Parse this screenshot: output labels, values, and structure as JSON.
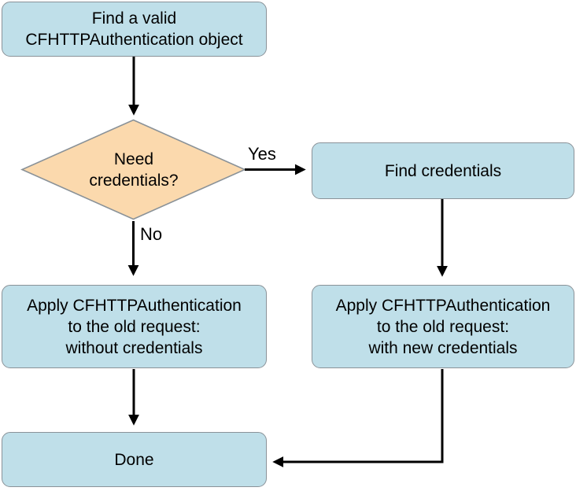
{
  "colors": {
    "box_fill": "#bfdfe9",
    "box_border": "#8a9298",
    "diamond_fill": "#fbd9ad",
    "diamond_border": "#8a9298",
    "arrow": "#000000",
    "text": "#000000",
    "background": "#ffffff"
  },
  "nodes": {
    "start": {
      "label": "Find a valid\nCFHTTPAuthentication object"
    },
    "decision": {
      "label": "Need\ncredentials?"
    },
    "find_credentials": {
      "label": "Find credentials"
    },
    "apply_without": {
      "label": "Apply CFHTTPAuthentication\nto the old request:\nwithout credentials"
    },
    "apply_with": {
      "label": "Apply CFHTTPAuthentication\nto the old request:\nwith new credentials"
    },
    "done": {
      "label": "Done"
    }
  },
  "edges": {
    "yes_label": "Yes",
    "no_label": "No"
  }
}
